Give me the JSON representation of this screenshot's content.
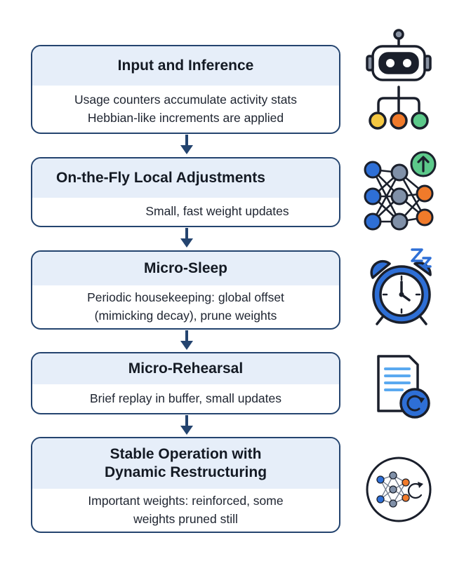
{
  "stages": [
    {
      "title": "Input and Inference",
      "lines": [
        "Usage counters accumulate activity stats",
        "Hebbian-like increments are applied"
      ]
    },
    {
      "title": "On-the-Fly Local Adjustments",
      "lines": [
        "Small, fast weight updates"
      ]
    },
    {
      "title": "Micro-Sleep",
      "lines": [
        "Periodic housekeeping: global offset",
        "(mimicking decay), prune weights"
      ]
    },
    {
      "title": "Micro-Rehearsal",
      "lines": [
        "Brief replay in buffer, small updates"
      ]
    },
    {
      "title_lines": [
        "Stable Operation with",
        "Dynamic Restructuring"
      ],
      "lines": [
        "Important weights: reinforced, some",
        "weights pruned still"
      ]
    }
  ],
  "icons": [
    "robot-hierarchy-icon",
    "neural-network-up-icon",
    "alarm-clock-sleep-icon",
    "document-refresh-icon",
    "network-cycle-icon"
  ],
  "colors": {
    "border": "#24446f",
    "header_fill": "#e6eef9",
    "arrow": "#24446f",
    "icon_blue": "#2e6fd6",
    "icon_orange": "#f07a2a",
    "icon_green": "#5cc98a",
    "icon_yellow": "#f5c842",
    "icon_gray": "#8090a8"
  }
}
